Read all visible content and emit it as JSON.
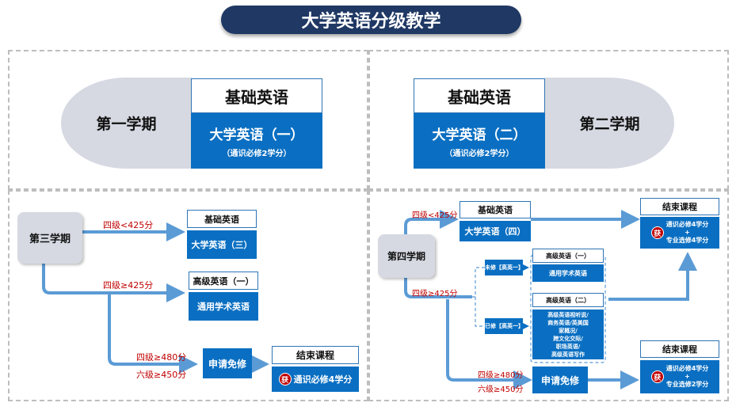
{
  "title": "大学英语分级教学",
  "q1": {
    "semester": "第一学期",
    "header": "基础英语",
    "course": "大学英语（一）",
    "credit": "（通识必修2学分）"
  },
  "q2": {
    "semester": "第二学期",
    "header": "基础英语",
    "course": "大学英语（二）",
    "credit": "（通识必修2学分）"
  },
  "q3": {
    "semester": "第三学期",
    "cond_425_low": "四级<425分",
    "basic_header": "基础英语",
    "basic_course": "大学英语（三）",
    "cond_425_high": "四级≥425分",
    "adv_header": "高级英语（一）",
    "adv_course": "通用学术英语",
    "cond_480": "四级≥480分",
    "cond_450": "六级≥450分",
    "exempt": "申请免修",
    "end_header": "结束课程",
    "end_badge": "获",
    "end_credit": "通识必修4学分"
  },
  "q4": {
    "semester": "第四学期",
    "cond_425_low": "四级<425分",
    "basic_header": "基础英语",
    "basic_course": "大学英语（四）",
    "cond_425_high": "四级≥425分",
    "not_taken": "未修【高英一】",
    "adv1_header": "高级英语（一）",
    "adv1_course": "通用学术英语",
    "taken": "已修【高英一】",
    "adv2_header": "高级英语（二）",
    "adv2_lines": [
      "高级英语视听说/",
      "商务英语/英美国",
      "家概况/",
      "跨文化交际/",
      "职场英语/",
      "高级英语写作"
    ],
    "cond_480": "四级≥480分",
    "cond_450": "六级≥450分",
    "exempt": "申请免修",
    "end1_header": "结束课程",
    "end1_badge": "获",
    "end1_line1": "通识必修4学分",
    "end1_plus": "+",
    "end1_line2": "专业选修4学分",
    "end2_header": "结束课程",
    "end2_badge": "获",
    "end2_line1": "通识必修4学分",
    "end2_plus": "+",
    "end2_line2": "专业选修2学分"
  },
  "colors": {
    "title_bg": "#1f3864",
    "box_blue": "#0a6fc2",
    "arrow_blue": "#5b9bd5",
    "condition_red": "#c00000",
    "semester_gray": "#d6d9e2"
  }
}
